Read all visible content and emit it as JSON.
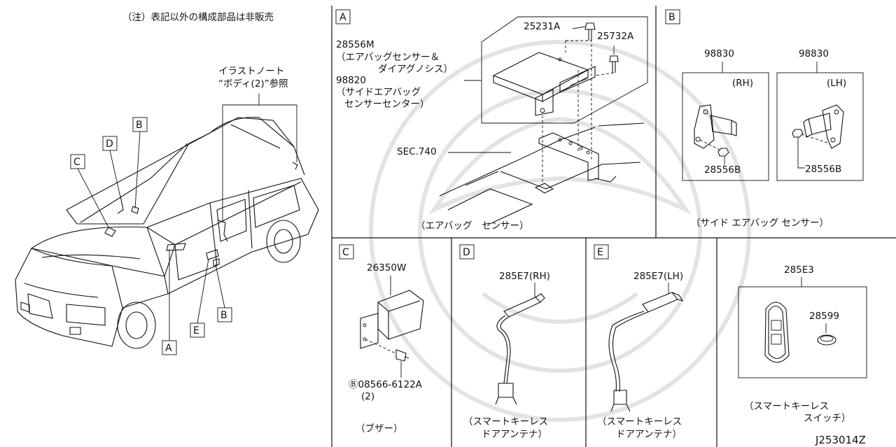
{
  "note": "（注）表記以外の構成部品は非販売",
  "overview": {
    "ref_line1": "イラストノート",
    "ref_line2": "“ボディ(2)”参照",
    "callouts": [
      "A",
      "B",
      "C",
      "D",
      "E",
      "B"
    ]
  },
  "panel_a": {
    "letter": "A",
    "parts": [
      {
        "number": "28556M",
        "desc": [
          "（エアバッグセンサー＆",
          "ダイアグノシス）"
        ]
      },
      {
        "number": "98820",
        "desc": [
          "（サイドエアバッグ",
          "センサーセンター）"
        ]
      },
      {
        "number": "25231A"
      },
      {
        "number": "25732A"
      }
    ],
    "sec": "SEC.740",
    "caption": "（エアバッグ　センサー）"
  },
  "panel_b": {
    "letter": "B",
    "rh_number": "98830",
    "lh_number": "98830",
    "rh_tag": "(RH)",
    "lh_tag": "(LH)",
    "nut_rh": "28556B",
    "nut_lh": "28556B",
    "caption": "（サイド エアバッグ センサー）"
  },
  "panel_c": {
    "letter": "C",
    "part": "26350W",
    "bolt": "Ⓑ08566-6122A",
    "qty": "(2)",
    "caption": "（ブザー）"
  },
  "panel_d": {
    "letter": "D",
    "part": "285E7(RH)",
    "caption": [
      "（スマートキーレス",
      "ドアアンテナ）"
    ]
  },
  "panel_e": {
    "letter": "E",
    "part": "285E7(LH)",
    "caption": [
      "（スマートキーレス",
      "ドアアンテナ）"
    ]
  },
  "panel_f": {
    "part": "285E3",
    "battery": "28599",
    "caption": [
      "（スマートキーレス",
      "スイッチ）"
    ]
  },
  "diagram_id": "J253014Z"
}
